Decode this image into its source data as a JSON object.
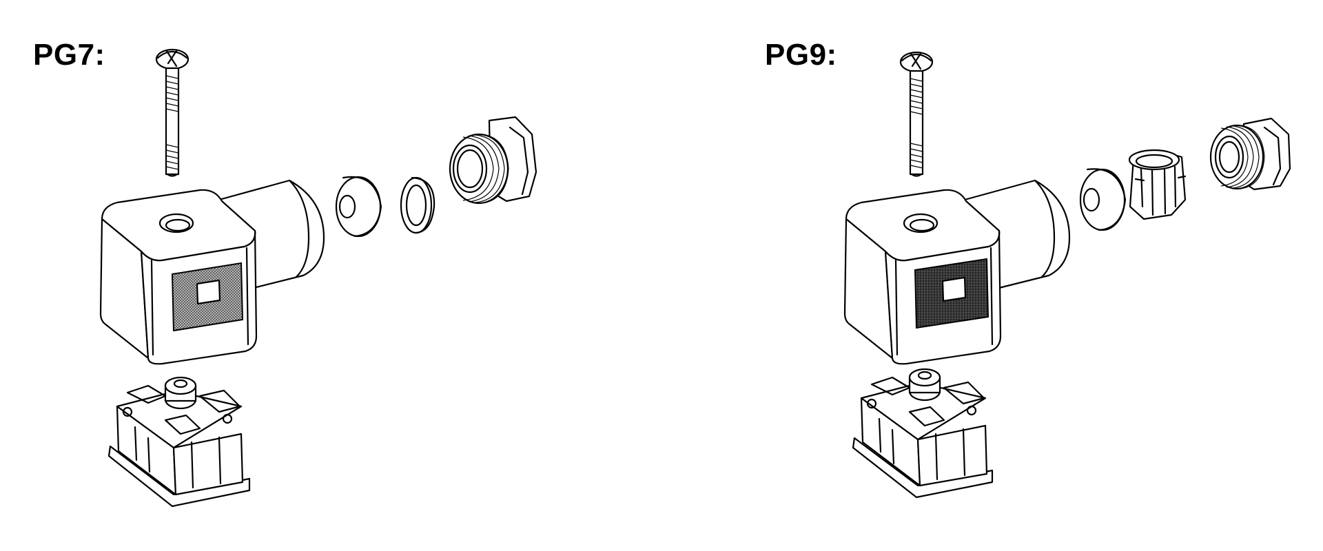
{
  "panels": [
    {
      "id": "pg7",
      "label": "PG7:"
    },
    {
      "id": "pg9",
      "label": "PG9:"
    }
  ],
  "colors": {
    "background": "#ffffff",
    "line": "#000000",
    "mesh_pg7": "#555555",
    "mesh_pg9": "#222222"
  }
}
